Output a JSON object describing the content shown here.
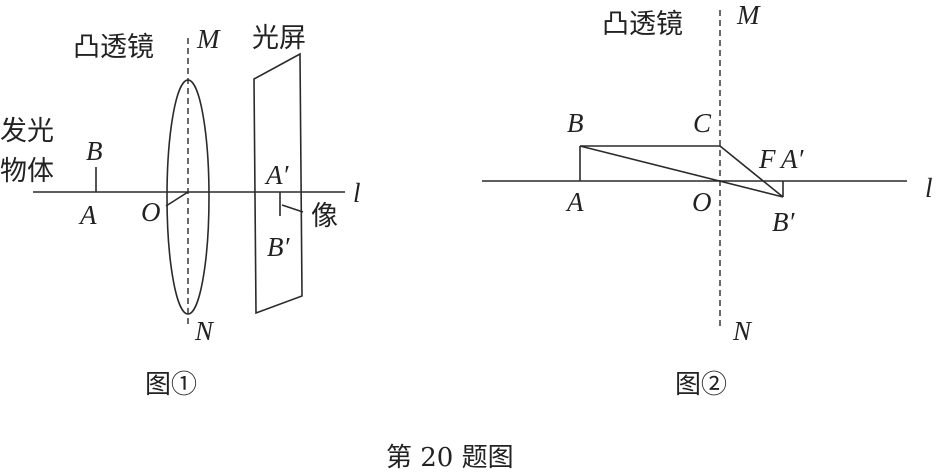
{
  "figure1": {
    "caption": "图①",
    "lens_label": "凸透镜",
    "screen_label": "光屏",
    "object_label_line1": "发光",
    "object_label_line2": "物体",
    "image_label": "像",
    "points": {
      "M": "M",
      "N": "N",
      "O": "O",
      "A": "A",
      "B": "B",
      "A_prime": "A′",
      "B_prime": "B′",
      "axis": "l"
    }
  },
  "figure2": {
    "caption": "图②",
    "lens_label": "凸透镜",
    "points": {
      "M": "M",
      "N": "N",
      "O": "O",
      "A": "A",
      "B": "B",
      "C": "C",
      "F": "F",
      "A_prime": "A′",
      "B_prime": "B′",
      "axis": "l"
    }
  },
  "title": "第 20 题图"
}
